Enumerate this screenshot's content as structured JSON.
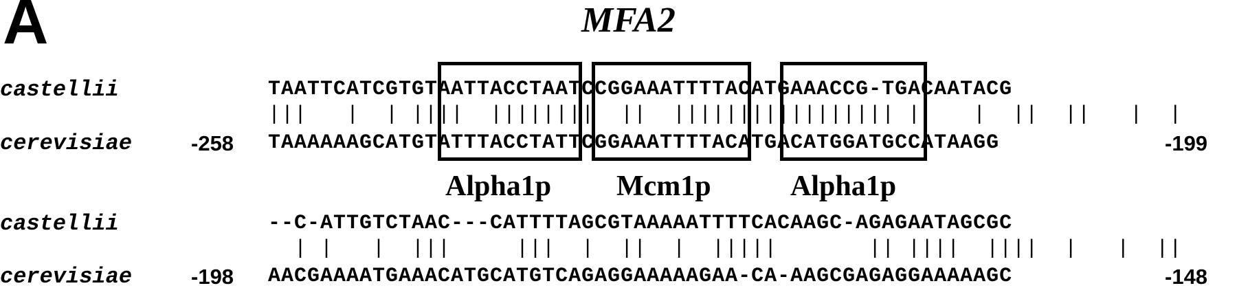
{
  "figure": {
    "panel_letter": "A",
    "gene": "MFA2"
  },
  "rows": [
    {
      "top_species": "castellii",
      "top_seq": "TAATTCATCGTGTAATTACCTAATCCGGAAATTTTACATGAAACCG-TGACAATACG",
      "matches": "|||   |  | ||||  ||||||||  ||  ||||||||||||||||| |    |  ||  ||   |  |",
      "bottom_species": "cerevisiae",
      "bottom_seq": "TAAAAAAGCATGTATTTACCTATTCGGAAATTTTACATGACATGGATGCCATAAGG",
      "start": "-258",
      "end": "-199"
    },
    {
      "top_species": "castellii",
      "top_seq": "--C-ATTGTCTAAC---CATTTTAGCGTAAAAATTTTCACAAGC-AGAGAATAGCGC",
      "matches": "  | |   |  |||     |||  |  ||  |  |||||       || ||||  ||||  |   |  ||",
      "bottom_species": "cerevisiae",
      "bottom_seq": "AACGAAAATGAAACATGCATGTCAGAGGAAAAAGAA-CA-AAGCGAGAGGAAAAAGC",
      "start": "-198",
      "end": "-148"
    }
  ],
  "sites": [
    {
      "label": "Alpha1p"
    },
    {
      "label": "Mcm1p"
    },
    {
      "label": "Alpha1p"
    }
  ]
}
